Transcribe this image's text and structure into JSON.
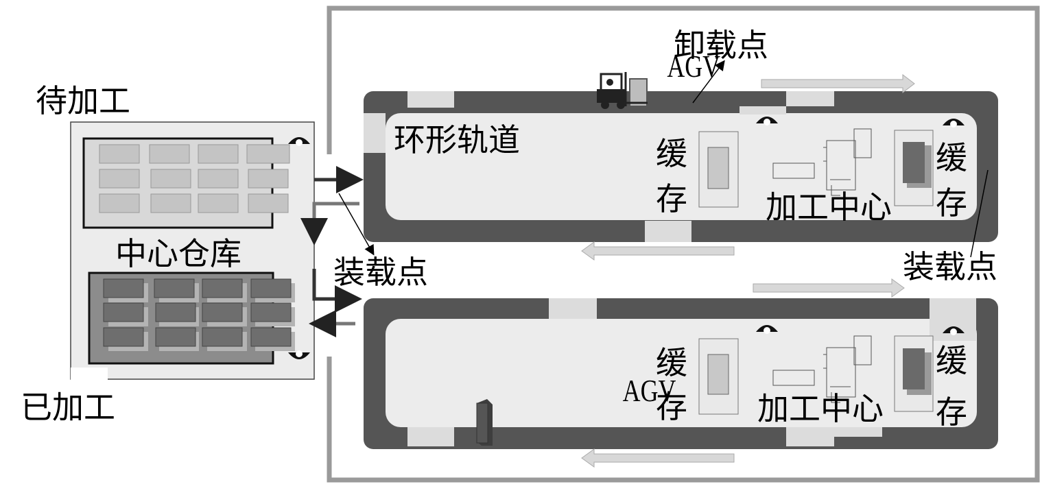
{
  "labels": {
    "pending": "待加工",
    "processed": "已加工",
    "warehouse": "中心仓库",
    "loading_left": "装载点",
    "loading_right": "装载点",
    "unloading": "卸载点",
    "ring_track": "环形轨道",
    "agv_top": "AGV",
    "agv_bottom": "AGV",
    "cache_1": "缓",
    "cache_2": "存",
    "machining_center": "加工中心"
  },
  "colors": {
    "track": "#555555",
    "inner": "#ececec",
    "outer_frame": "#9a9a9a",
    "pending_box": "#c4c4c4",
    "processed_box": "#6e6e6e",
    "arrow_light": "#d8d8d8"
  }
}
